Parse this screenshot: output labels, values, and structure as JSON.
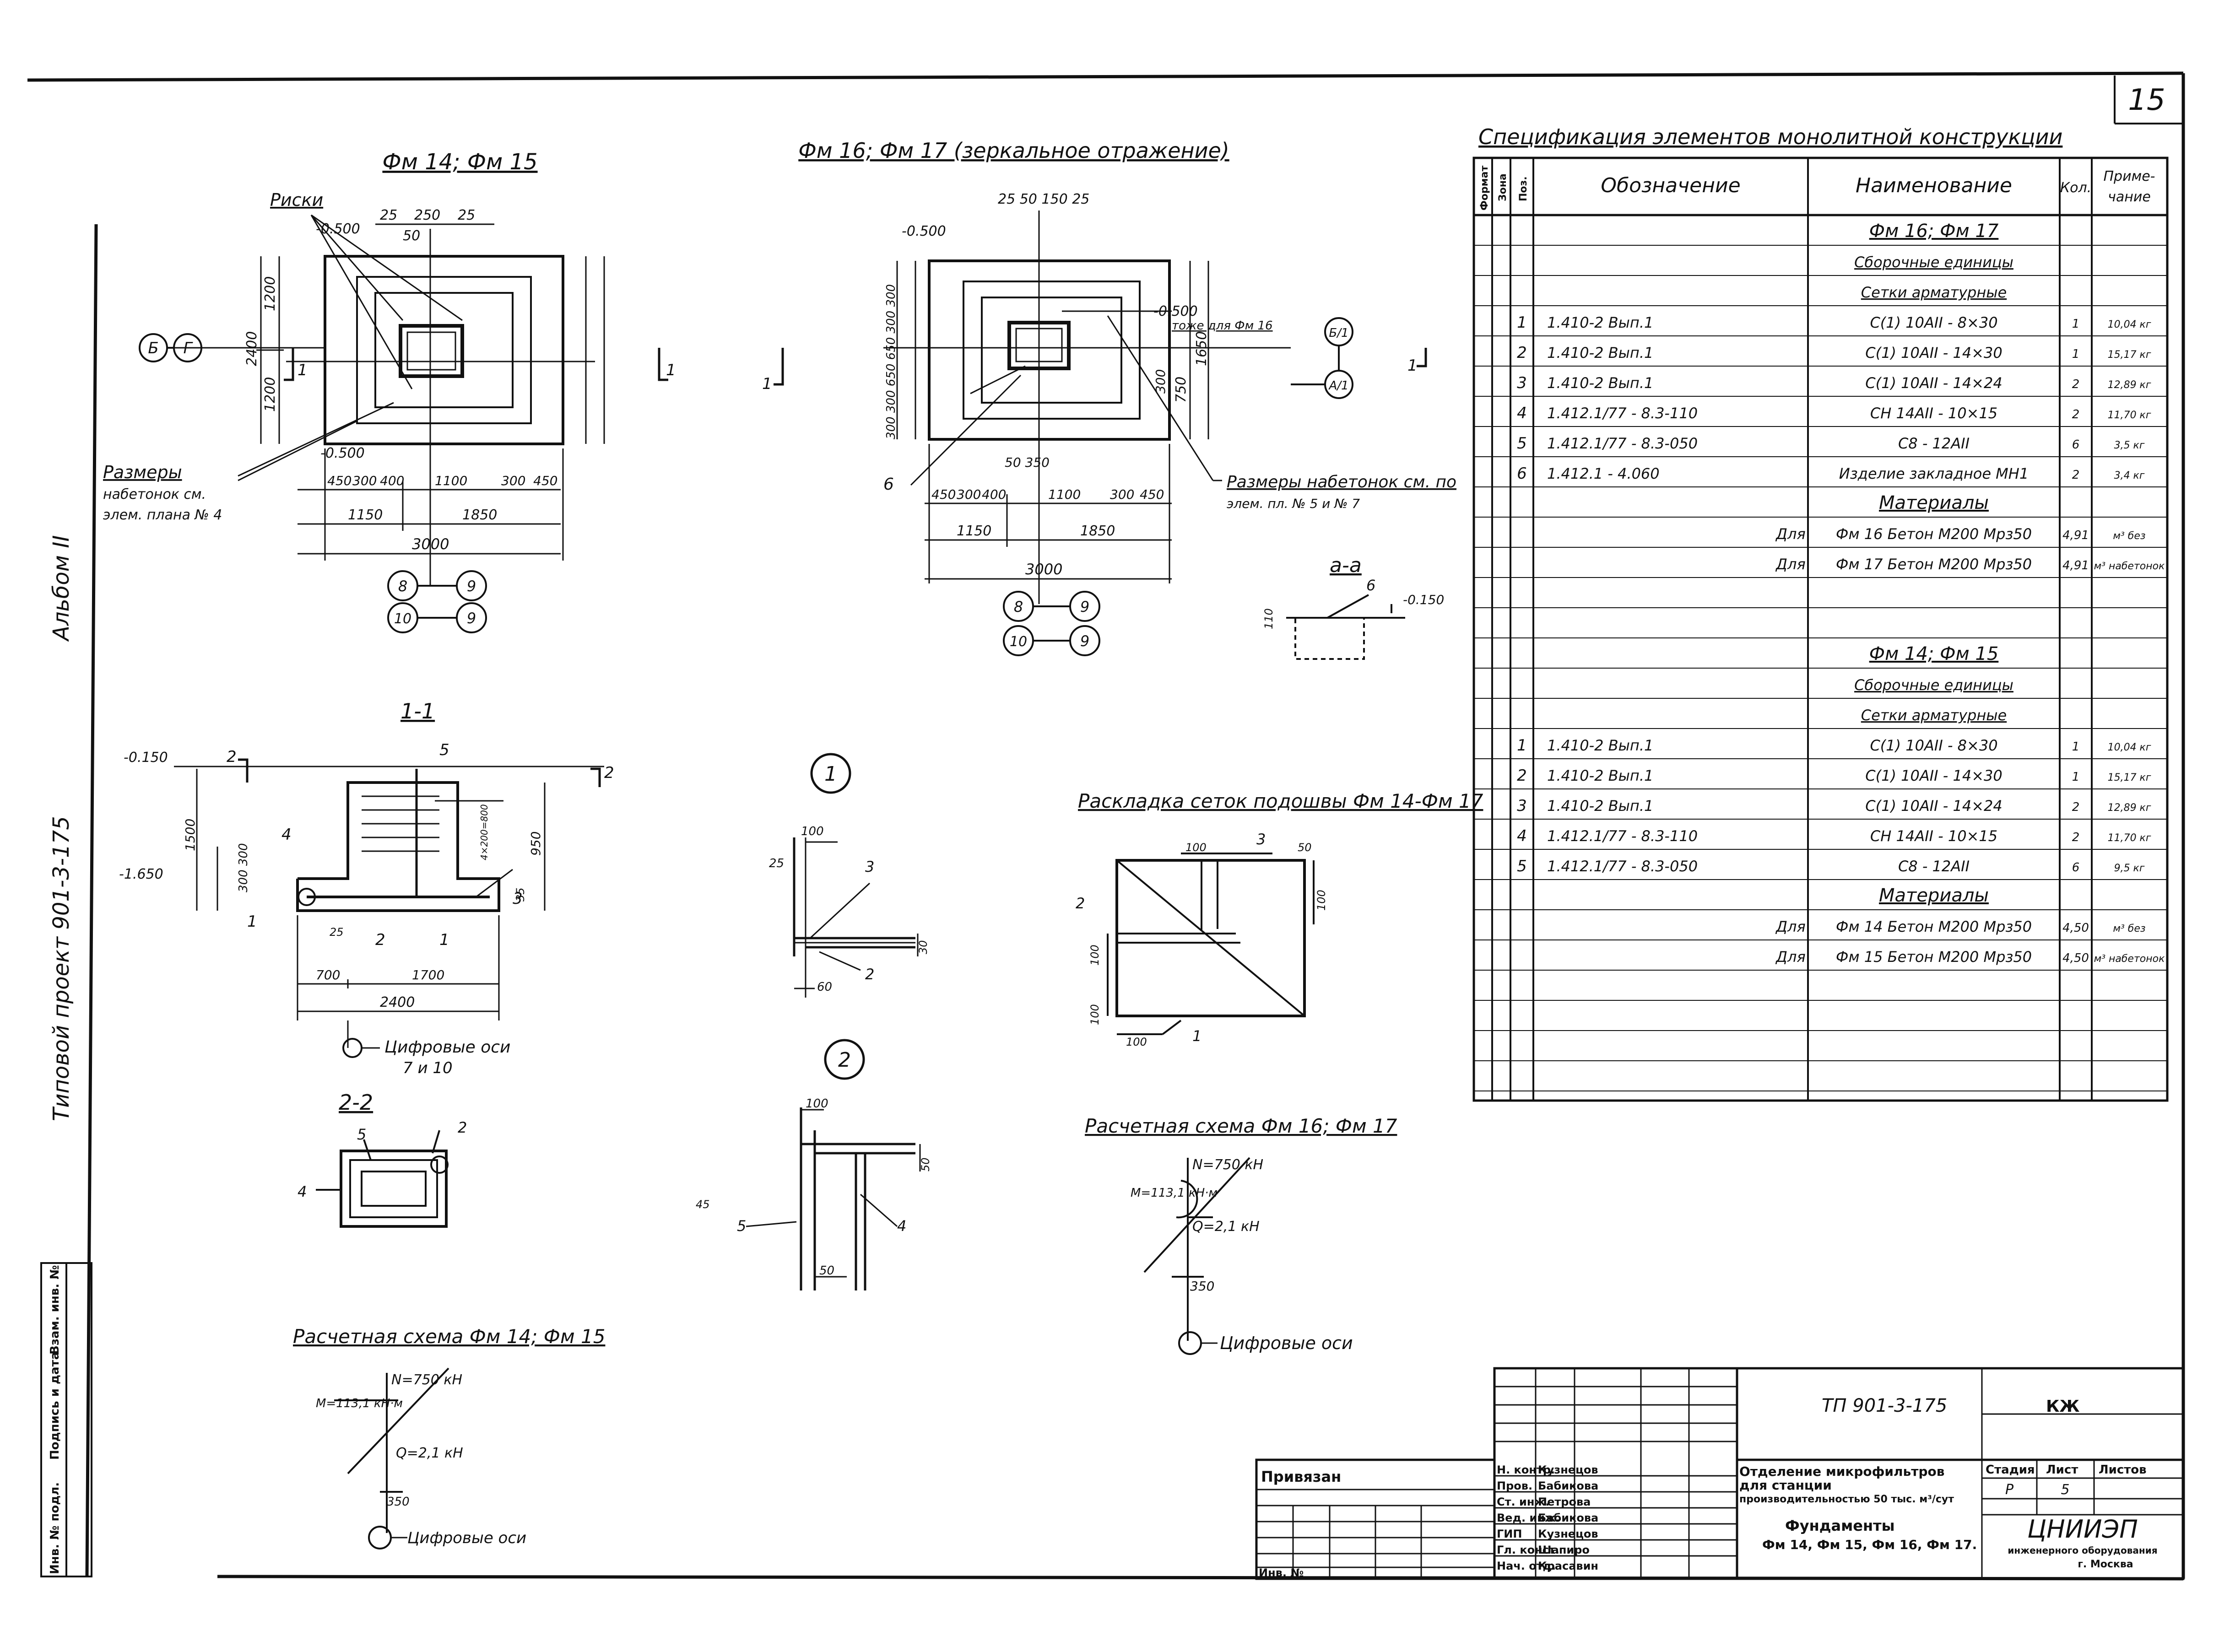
{
  "sheet_number": "15",
  "side": {
    "album": "Альбом II",
    "project": "Типовой проект 901-3-175",
    "stamp_cols": [
      "Инв. № подл.",
      "Подпись и дата",
      "Взам. инв. №"
    ]
  },
  "views": {
    "fm14": {
      "title": "Фм 14; Фм 15",
      "riski": "Риски",
      "razmery1": "Размеры",
      "razmery2": "набетонок см.",
      "razmery3": "элем. плана № 4",
      "elev1": "-0.500",
      "elev2": "-0.500",
      "bot_dims": [
        "450",
        "300",
        "400",
        "1100",
        "300",
        "450"
      ],
      "bot_1150": "1150",
      "bot_1850": "1850",
      "bot_3000": "3000",
      "top_dims": [
        "25",
        "250",
        "25"
      ],
      "top_50": "50",
      "left_2400": "2400",
      "left_1200a": "1200",
      "left_1200b": "1200",
      "axis_b": "Б",
      "axis_g": "Г",
      "ax8": "8",
      "ax9a": "9",
      "ax10": "10",
      "ax9b": "9",
      "cut1": "1",
      "cut1b": "1"
    },
    "fm16": {
      "title": "Фм 16; Фм 17 (зеркальное отражение)",
      "top_dims": "25 50 150 25",
      "elev1": "-0.500",
      "elev2": "-0.500",
      "same_note": "тоже для Фм 16",
      "razmery": "Размеры набетонок см. по",
      "razmery2": "элем. пл. № 5 и № 7",
      "bot_dims": [
        "450",
        "300",
        "400",
        "1100",
        "300",
        "450"
      ],
      "bot_1150": "1150",
      "bot_1850": "1850",
      "bot_3000": "3000",
      "r_1650": "1650",
      "r_750": "750",
      "r_300": "300",
      "r_50350": "50 350",
      "left_dims": "300 300 650 650 300 300",
      "mark6": "6",
      "axis_b1": "Б/1",
      "axis_a1": "А/1",
      "ax8": "8",
      "ax9a": "9",
      "ax10": "10",
      "ax9b": "9",
      "cut1": "1",
      "cut1b": "1"
    },
    "aa": {
      "title": "а-а",
      "mark6": "6",
      "elev": "-0.150",
      "dim": "110"
    },
    "s11": {
      "title": "1-1",
      "elev1": "-0.150",
      "elev2": "-1.650",
      "m2a": "2",
      "m2b": "2",
      "m5": "5",
      "m4": "4",
      "m3": "3",
      "m1": "1",
      "m1b": "1",
      "m2c": "2",
      "d1500": "1500",
      "d300300": "300 300",
      "d950": "950",
      "d4200": "4×200=800",
      "d35": "35",
      "d25": "25",
      "d700": "700",
      "d1700": "1700",
      "d2400": "2400",
      "axes1": "Цифровые оси",
      "axes2": "7 и 10"
    },
    "s22": {
      "title": "2-2",
      "m5": "5",
      "m2": "2",
      "m4": "4"
    },
    "c1": {
      "mark": "1",
      "d100": "100",
      "d25": "25",
      "m3": "3",
      "d30": "30",
      "m2": "2",
      "d60": "60"
    },
    "c2": {
      "mark": "2",
      "d100": "100",
      "d50": "50",
      "m5": "5",
      "m4": "4",
      "d50b": "50",
      "d45": "45"
    },
    "layout": {
      "title": "Раскладка сеток подошвы Фм 14-Фм 17",
      "m3": "3",
      "m2": "2",
      "m1": "1",
      "d100a": "100",
      "d50": "50",
      "d100b": "100",
      "d100c": "100",
      "d100d": "100",
      "d100e": "100"
    },
    "calc16": {
      "title": "Расчетная схема Фм 16; Фм 17",
      "n": "N=750 кН",
      "m": "M=113,1 кН·м",
      "q": "Q=2,1 кН",
      "d350": "350",
      "axes": "Цифровые оси"
    },
    "calc14": {
      "title": "Расчетная схема Фм 14; Фм 15",
      "n": "N=750 кН",
      "m": "M=113,1 кН·м",
      "q": "Q=2,1 кН",
      "d350": "350",
      "axes": "Цифровые оси"
    }
  },
  "spec": {
    "title": "Спецификация элементов монолитной конструкции",
    "headers": {
      "format": "Формат",
      "zona": "Зона",
      "poz": "Поз.",
      "designation": "Обозначение",
      "name": "Наименование",
      "qty": "Кол.",
      "note1": "Приме-",
      "note2": "чание"
    },
    "rows": [
      {
        "pos": "",
        "des": "",
        "name": "Фм 16; Фм 17",
        "qty": "",
        "note": "",
        "style": "head"
      },
      {
        "pos": "",
        "des": "",
        "name": "Сборочные единицы",
        "qty": "",
        "note": "",
        "style": "sub"
      },
      {
        "pos": "",
        "des": "",
        "name": "Сетки арматурные",
        "qty": "",
        "note": "",
        "style": "sub"
      },
      {
        "pos": "1",
        "des": "1.410-2      Вып.1",
        "name": "С(1) 10АII - 8×30",
        "qty": "1",
        "note": "10,04 кг",
        "style": ""
      },
      {
        "pos": "2",
        "des": "1.410-2      Вып.1",
        "name": "С(1) 10АII - 14×30",
        "qty": "1",
        "note": "15,17 кг",
        "style": ""
      },
      {
        "pos": "3",
        "des": "1.410-2      Вып.1",
        "name": "С(1) 10АII - 14×24",
        "qty": "2",
        "note": "12,89 кг",
        "style": ""
      },
      {
        "pos": "4",
        "des": "1.412.1/77 - 8.3-110",
        "name": "СН 14АII - 10×15",
        "qty": "2",
        "note": "11,70 кг",
        "style": ""
      },
      {
        "pos": "5",
        "des": "1.412.1/77 - 8.3-050",
        "name": "С8 - 12АII",
        "qty": "6",
        "note": "3,5 кг",
        "style": ""
      },
      {
        "pos": "6",
        "des": "1.412.1 - 4.060",
        "name": "Изделие закладное МН1",
        "qty": "2",
        "note": "3,4 кг",
        "style": ""
      },
      {
        "pos": "",
        "des": "",
        "name": "Материалы",
        "qty": "",
        "note": "",
        "style": "head"
      },
      {
        "pos": "",
        "des": "Для",
        "name": "Фм 16  Бетон М200 Мрз50",
        "qty": "4,91",
        "note": "м³ без",
        "style": ""
      },
      {
        "pos": "",
        "des": "Для",
        "name": "Фм 17  Бетон М200 Мрз50",
        "qty": "4,91",
        "note": "м³ набетонок",
        "style": ""
      },
      {
        "pos": "",
        "des": "",
        "name": "",
        "qty": "",
        "note": "",
        "style": ""
      },
      {
        "pos": "",
        "des": "",
        "name": "",
        "qty": "",
        "note": "",
        "style": ""
      },
      {
        "pos": "",
        "des": "",
        "name": "Фм 14; Фм 15",
        "qty": "",
        "note": "",
        "style": "head"
      },
      {
        "pos": "",
        "des": "",
        "name": "Сборочные единицы",
        "qty": "",
        "note": "",
        "style": "sub"
      },
      {
        "pos": "",
        "des": "",
        "name": "Сетки арматурные",
        "qty": "",
        "note": "",
        "style": "sub"
      },
      {
        "pos": "1",
        "des": "1.410-2      Вып.1",
        "name": "С(1) 10АII - 8×30",
        "qty": "1",
        "note": "10,04 кг",
        "style": ""
      },
      {
        "pos": "2",
        "des": "1.410-2      Вып.1",
        "name": "С(1) 10АII - 14×30",
        "qty": "1",
        "note": "15,17 кг",
        "style": ""
      },
      {
        "pos": "3",
        "des": "1.410-2      Вып.1",
        "name": "С(1) 10АII - 14×24",
        "qty": "2",
        "note": "12,89 кг",
        "style": ""
      },
      {
        "pos": "4",
        "des": "1.412.1/77 - 8.3-110",
        "name": "СН 14АII - 10×15",
        "qty": "2",
        "note": "11,70 кг",
        "style": ""
      },
      {
        "pos": "5",
        "des": "1.412.1/77 - 8.3-050",
        "name": "С8 - 12АII",
        "qty": "6",
        "note": "9,5 кг",
        "style": ""
      },
      {
        "pos": "",
        "des": "",
        "name": "Материалы",
        "qty": "",
        "note": "",
        "style": "head"
      },
      {
        "pos": "",
        "des": "Для",
        "name": "Фм 14  Бетон М200 Мрз50",
        "qty": "4,50",
        "note": "м³ без",
        "style": ""
      },
      {
        "pos": "",
        "des": "Для",
        "name": "Фм 15  Бетон М200 Мрз50",
        "qty": "4,50",
        "note": "м³ набетонок",
        "style": ""
      },
      {
        "pos": "",
        "des": "",
        "name": "",
        "qty": "",
        "note": "",
        "style": ""
      },
      {
        "pos": "",
        "des": "",
        "name": "",
        "qty": "",
        "note": "",
        "style": ""
      },
      {
        "pos": "",
        "des": "",
        "name": "",
        "qty": "",
        "note": "",
        "style": ""
      },
      {
        "pos": "",
        "des": "",
        "name": "",
        "qty": "",
        "note": "",
        "style": ""
      }
    ]
  },
  "title_block": {
    "code": "ТП 901-3-175",
    "mark": "КЖ",
    "privyazan": "Привязан",
    "inv": "Инв. №",
    "roles": [
      {
        "role": "Н. контр.",
        "name": "Кузнецов"
      },
      {
        "role": "Пров.",
        "name": "Бабикова"
      },
      {
        "role": "Ст. инж.",
        "name": "Петрова"
      },
      {
        "role": "Вед. инж.",
        "name": "Бабикова"
      },
      {
        "role": "ГИП",
        "name": "Кузнецов"
      },
      {
        "role": "Гл. конст.",
        "name": "Шапиро"
      },
      {
        "role": "Нач. отд.",
        "name": "Красавин"
      }
    ],
    "desc1": "Отделение микрофильтров",
    "desc2": "для станции",
    "desc3": "производительностью 50 тыс. м³/сут",
    "desc4": "Фундаменты",
    "desc5": "Фм 14, Фм 15, Фм 16, Фм 17.",
    "stage_h": "Стадия",
    "sheet_h": "Лист",
    "sheets_h": "Листов",
    "stage": "Р",
    "sheet": "5",
    "sheets": "",
    "org1": "ЦНИИЭП",
    "org2": "инженерного оборудования",
    "org3": "г. Москва"
  }
}
